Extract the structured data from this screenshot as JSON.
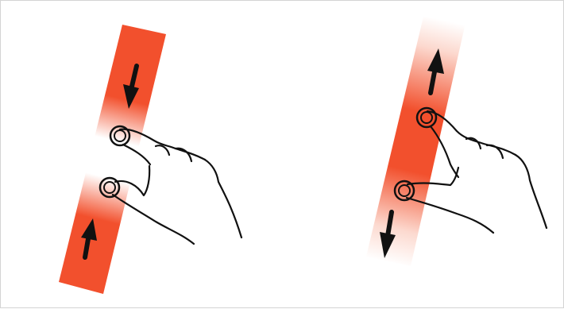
{
  "figure": {
    "panels": [
      {
        "id": "pinch",
        "gesture": "pinch-in",
        "arrows": [
          "down",
          "up"
        ]
      },
      {
        "id": "spread",
        "gesture": "spread-out",
        "arrows": [
          "up",
          "down"
        ]
      }
    ],
    "colors": {
      "band": "#f2502d",
      "band_fade": "#ffffff",
      "stroke": "#111111",
      "border": "#d4d4d4"
    }
  }
}
